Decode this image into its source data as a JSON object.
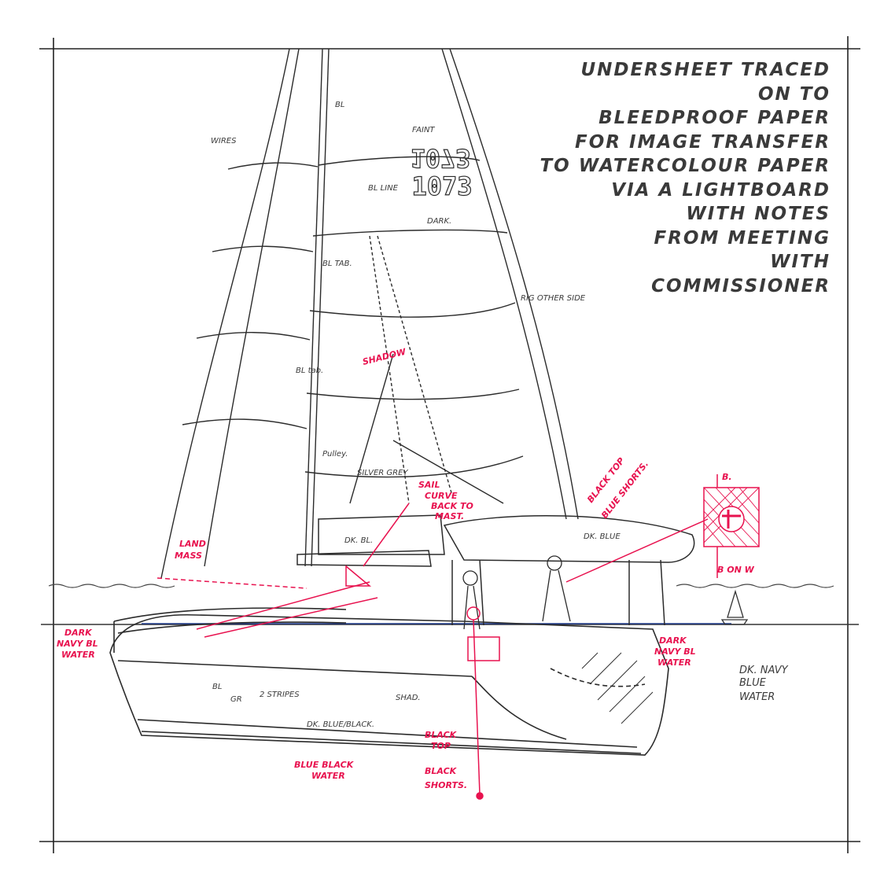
{
  "headline_note": [
    "UNDERSHEET TRACED",
    "ON TO",
    "BLEEDPROOF PAPER",
    "FOR IMAGE TRANSFER",
    "TO WATERCOLOUR PAPER",
    "VIA A LIGHTBOARD",
    "WITH NOTES",
    "FROM MEETING",
    "WITH",
    "COMMISSIONER"
  ],
  "sail_number": "1073",
  "sail_number_mirror": "1073",
  "pencil_notes": {
    "wires": "WIRES",
    "bl_top": "BL",
    "faint": "FAINT",
    "bl_line": "BL LINE",
    "dark": "DARK.",
    "bl_tab": "BL TAB.",
    "rig_other_side": "RIG OTHER SIDE",
    "bl_tab2": "BL tab.",
    "pulley": "Pulley.",
    "silver_grey": "SILVER GREY",
    "dk_bl": "DK. BL.",
    "dk_blue": "DK. BLUE",
    "bl_hull": "BL",
    "gr": "GR",
    "two_stripes": "2 STRIPES",
    "shad": "SHAD.",
    "dk_blue_black": "DK. BLUE/BLACK.",
    "dk_navy_blue_water": [
      "DK. NAVY",
      "BLUE",
      "WATER"
    ]
  },
  "red_notes": {
    "land_mass": [
      "LAND",
      "MASS"
    ],
    "shadow": "SHADOW",
    "sail_curve": [
      "SAIL",
      "CURVE",
      "BACK TO",
      "MAST."
    ],
    "black_top_blue_shorts": [
      "BLACK TOP",
      "BLUE SHORTS."
    ],
    "flag_b": "B.",
    "flag_bonw": "B ON W",
    "dark_navy_left": [
      "DARK",
      "NAVY BL",
      "WATER"
    ],
    "dark_navy_right": [
      "DARK",
      "NAVY BL",
      "WATER"
    ],
    "blue_black_water": [
      "BLUE BLACK",
      "WATER"
    ],
    "black_top_black_shorts": [
      "BLACK",
      "TOP",
      "BLACK",
      "SHORTS."
    ]
  },
  "colors": {
    "ink": "#2b2b2b",
    "pencil": "#6a6a6a",
    "red": "#e8124f",
    "horizon": "#1f3b8c"
  }
}
